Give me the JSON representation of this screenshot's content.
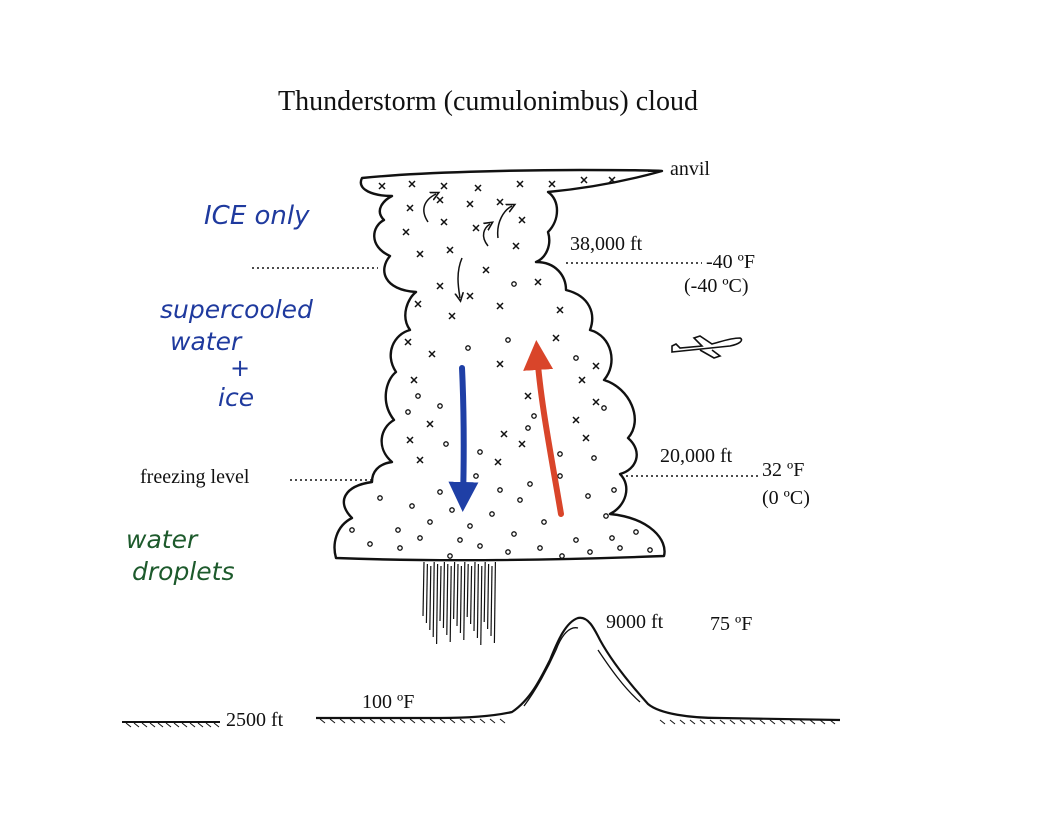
{
  "title": "Thunderstorm (cumulonimbus) cloud",
  "labels": {
    "anvil": "anvil",
    "alt_top": "38,000 ft",
    "temp_top_f": "-40 ºF",
    "temp_top_c": "(-40 ºC)",
    "freezing_level": "freezing level",
    "alt_mid": "20,000 ft",
    "temp_mid_f": "32 ºF",
    "temp_mid_c": "(0 ºC)",
    "alt_peak": "9000 ft",
    "temp_peak": "75 ºF",
    "alt_ground": "2500 ft",
    "temp_ground": "100 ºF"
  },
  "handwritten": {
    "ice_only": "ICE only",
    "supercooled_1": "supercooled",
    "supercooled_2": "water",
    "supercooled_3": "+",
    "supercooled_4": "ice",
    "water_1": "water",
    "water_2": "droplets"
  },
  "colors": {
    "ink": "#111111",
    "handwriting_blue": "#1f3a9e",
    "handwriting_green": "#1d5a2c",
    "downdraft_blue": "#1f3fa6",
    "updraft_red": "#d9452a"
  },
  "icons": {
    "airplane": "airplane-icon",
    "downdraft": "down-arrow-icon",
    "updraft": "up-arrow-icon"
  }
}
